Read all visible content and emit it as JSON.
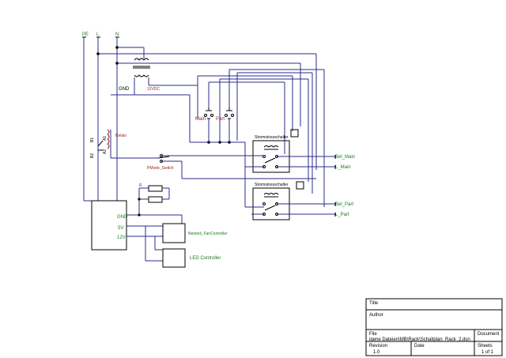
{
  "nets": {
    "pe": "PE",
    "l": "L",
    "n": "N",
    "gnd_left": "GND",
    "v12_trafo": "12VDC"
  },
  "components": {
    "relais": "Relais",
    "relais_pins": {
      "b1": "B1",
      "b2": "B2",
      "a1": "A1",
      "a2": "A2"
    },
    "pmode_switch": "PMode_Switch",
    "btn_main": "Main",
    "btn_part": "Part",
    "r_label": "R",
    "stromstoss_1": "Stromstossschalter",
    "stromstoss_2": "Stromstossschalter",
    "psu_pins": {
      "gnd": "GND",
      "v5": "5V",
      "v12": "12V"
    },
    "fan_controller": "Netzteil_FanController",
    "led_controller": "LED Controller"
  },
  "outputs": {
    "bel_main": "Bel_Main",
    "l_main": "L_Main",
    "bel_part": "Bel_Part",
    "l_part": "L_Part"
  },
  "title_block": {
    "title_label": "Title",
    "title_value": "",
    "author_label": "Author",
    "author_value": "",
    "file_label": "File",
    "file_value": "igene Dateien\\MB\\Rack\\Schaltplan_Rack_2.dsn",
    "document_label": "Document",
    "revision_label": "Revision",
    "revision_value": "1.0",
    "date_label": "Date",
    "date_value": "",
    "sheets_label": "Sheets",
    "sheets_value": "1 of 1"
  }
}
